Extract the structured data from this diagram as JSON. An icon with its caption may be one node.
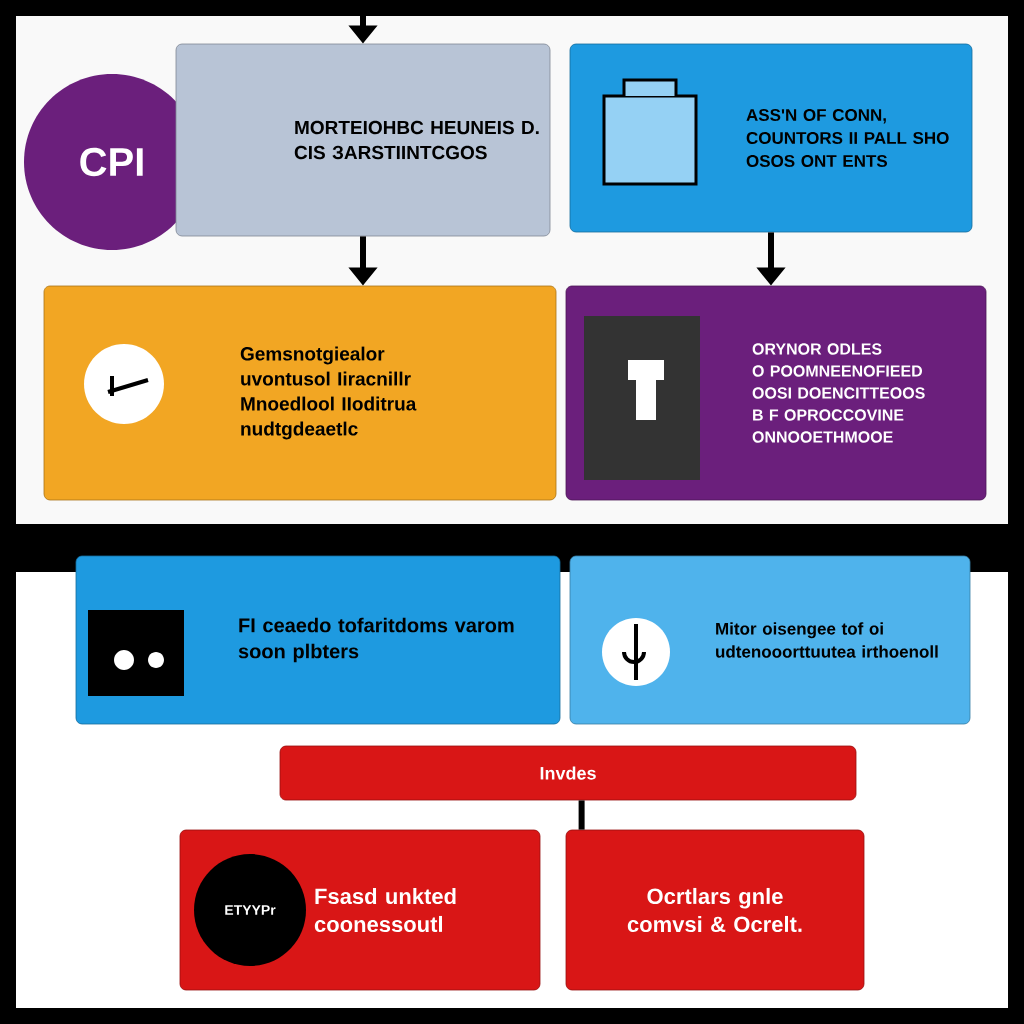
{
  "diagram": {
    "nodes": [
      {
        "text": [
          "CPI"
        ]
      },
      {
        "text": [
          "MORTEIOHBC HEUNEIS D. CIS ЗARSTIINTCGOS"
        ]
      },
      {
        "text": [
          "ASS'N OF CONN, COUNTORS II PALL SHO OSOS ONT ENTS"
        ]
      },
      {
        "text": [
          "Gemsnotgiealor",
          "uvontusol Iiracnillr",
          "Mnoedlool IIoditrua nudtgdeaetlc"
        ]
      },
      {
        "text": [
          "ORYNOR ODLES",
          "O POOMNEENOFIEED",
          "OOSI DOENCITTEOOS",
          "B F OPROCCOVINE",
          "ONNOOETHMOOE"
        ]
      },
      {
        "text": [
          "FI ceaedo tofaritdoms varom soon plbters"
        ]
      },
      {
        "text": [
          "Mitor oisengee tof oi udtenooorttuutea irthoenoll"
        ]
      },
      {
        "text": [
          "Invdes"
        ]
      },
      {
        "text": [
          "Fsasd unkted coonessoutl"
        ]
      },
      {
        "text": [
          "ETYYPr"
        ],
        "in": 8
      },
      {
        "text": [
          "Ocrtlars gnle comvsi & Ocrelt."
        ]
      }
    ],
    "edges": [
      {
        "from": null,
        "to": 1,
        "arrow": "to"
      },
      {
        "from": 1,
        "to": 3,
        "arrow": "to"
      },
      {
        "from": 2,
        "to": 4,
        "arrow": "to"
      },
      {
        "from": 7,
        "to": 10,
        "arrow": "none"
      }
    ]
  }
}
